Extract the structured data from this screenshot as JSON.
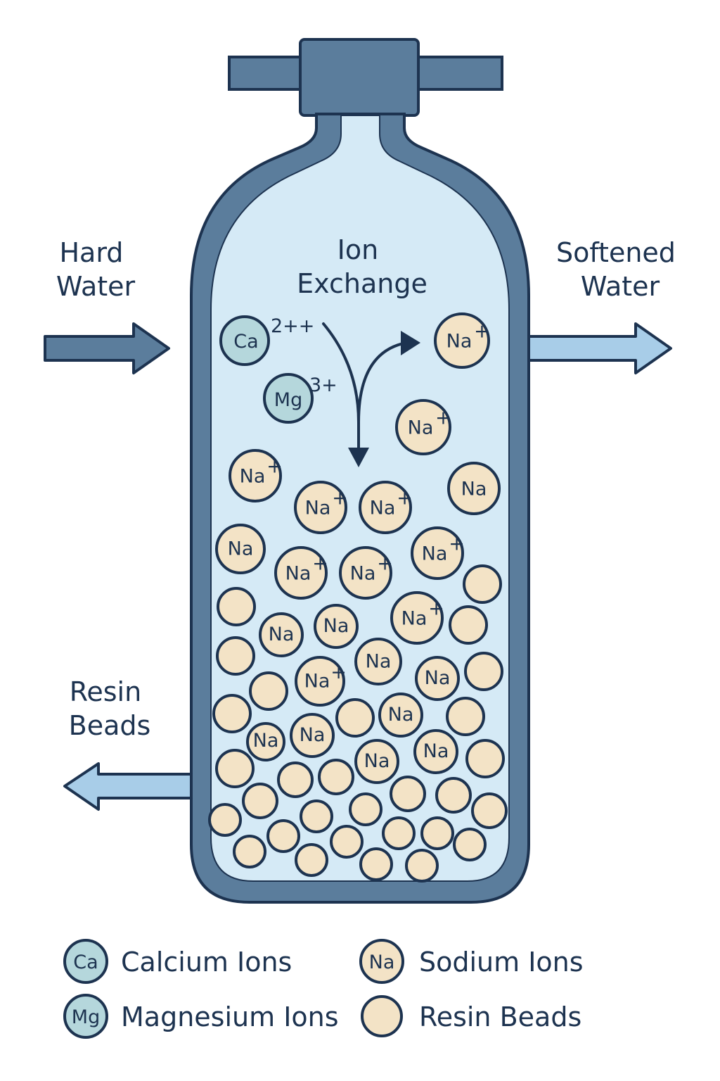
{
  "labels": {
    "hard_water": [
      "Hard",
      "Water"
    ],
    "ion_exchange": [
      "Ion",
      "Exchange"
    ],
    "softened_water": [
      "Softened",
      "Water"
    ],
    "resin_beads": [
      "Resin",
      "Beads"
    ]
  },
  "ions": {
    "calcium": {
      "symbol": "Ca",
      "charge": "2++"
    },
    "magnesium": {
      "symbol": "Mg",
      "charge": "3+"
    },
    "sodium": {
      "symbol": "Na",
      "charge": "+"
    }
  },
  "legend": [
    {
      "symbol": "Ca",
      "kind": "calcium",
      "label": "Calcium Ions"
    },
    {
      "symbol": "Mg",
      "kind": "magnesium",
      "label": "Magnesium Ions"
    },
    {
      "symbol": "Na",
      "kind": "sodium",
      "label": "Sodium Ions"
    },
    {
      "symbol": "",
      "kind": "resin",
      "label": "Resin Beads"
    }
  ],
  "colors": {
    "tank_wall": "#5b7d9c",
    "tank_outline": "#1d3350",
    "water": "#d5eaf6",
    "bead_fill": "#f3e3c6",
    "calcium_fill": "#b5d7dc",
    "arrow_light": "#a8cde8"
  }
}
